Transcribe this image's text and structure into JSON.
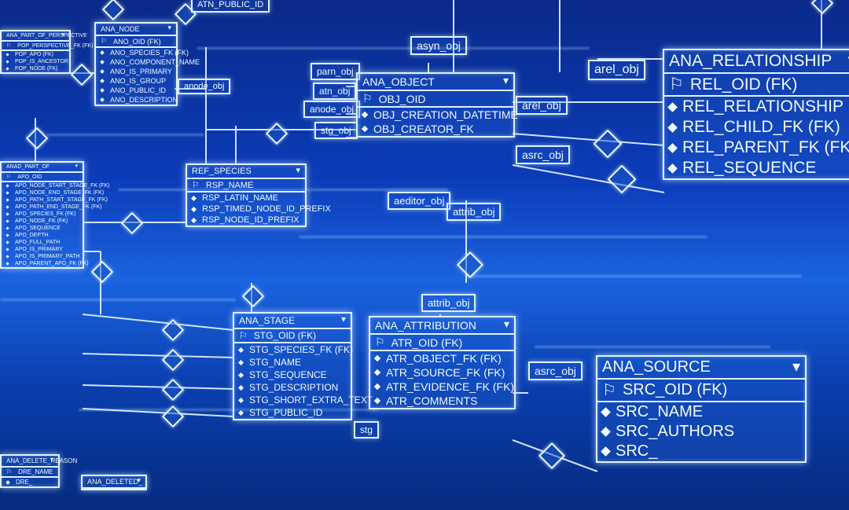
{
  "tables": {
    "perspective": {
      "title": "ANA_PART_OF_PERSPECTIVE",
      "rows": [
        "POP_PERSPECTIVE_FK (FK)",
        "POP_APO (FK)",
        "POP_IS_ANCESTOR",
        "POP_NODE (FK)"
      ]
    },
    "node": {
      "title": "ANA_NODE",
      "rows": [
        "ANO_OID (FK)",
        "ANO_SPECIES_FK (FK)",
        "ANO_COMPONENT_NAME",
        "ANO_IS_PRIMARY",
        "ANO_IS_GROUP",
        "ANO_PUBLIC_ID",
        "ANO_DESCRIPTION"
      ]
    },
    "partof": {
      "title": "ANAD_PART_OF",
      "rows": [
        "APO_OID",
        "APO_NODE_START_STAGE_FK (FK)",
        "APO_NODE_END_STAGE_FK (FK)",
        "APO_PATH_START_STAGE_FK (FK)",
        "APO_PATH_END_STAGE_FK (FK)",
        "APO_SPECIES_FK (FK)",
        "APO_NODE_FK (FK)",
        "APO_SEQUENCE",
        "APO_DEPTH",
        "APO_FULL_PATH",
        "APO_IS_PRIMARY",
        "APO_IS_PRIMARY_PATH",
        "APO_PARENT_APO_FK (FK)"
      ]
    },
    "species": {
      "title": "REF_SPECIES",
      "rows": [
        "RSP_NAME",
        "RSP_LATIN_NAME",
        "RSP_TIMED_NODE_ID_PREFIX",
        "RSP_NODE_ID_PREFIX"
      ]
    },
    "object": {
      "title": "ANA_OBJECT",
      "rows": [
        "OBJ_OID",
        "OBJ_CREATION_DATETIME",
        "OBJ_CREATOR_FK"
      ]
    },
    "relationship": {
      "title": "ANA_RELATIONSHIP",
      "rows": [
        "REL_OID (FK)",
        "REL_RELATIONSHIP",
        "REL_CHILD_FK (FK)",
        "REL_PARENT_FK (FK)",
        "REL_SEQUENCE"
      ]
    },
    "stage": {
      "title": "ANA_STAGE",
      "rows": [
        "STG_OID (FK)",
        "STG_SPECIES_FK (FK)",
        "STG_NAME",
        "STG_SEQUENCE",
        "STG_DESCRIPTION",
        "STG_SHORT_EXTRA_TEXT",
        "STG_PUBLIC_ID"
      ]
    },
    "attribution": {
      "title": "ANA_ATTRIBUTION",
      "rows": [
        "ATR_OID (FK)",
        "ATR_OBJECT_FK (FK)",
        "ATR_SOURCE_FK (FK)",
        "ATR_EVIDENCE_FK (FK)",
        "ATR_COMMENTS"
      ]
    },
    "source": {
      "title": "ANA_SOURCE",
      "rows": [
        "SRC_OID (FK)",
        "SRC_NAME",
        "SRC_AUTHORS",
        "SRC_"
      ]
    },
    "deleteReason": {
      "title": "ANA_DELETE_REASON",
      "rows": [
        "DRE_NAME",
        "DRE_"
      ]
    },
    "deleted": {
      "title": "ANA_DELETED_",
      "rows": []
    }
  },
  "labels": {
    "atnPublicId": "ATN_PUBLIC_ID",
    "asynObj": "asyn_obj",
    "anodeObj": "anode_obj",
    "parnObj": "parn_obj",
    "atnObj": "atn_obj",
    "anodeObj2": "anode_obj",
    "stgObj": "stg_obj",
    "arelObj1": "arel_obj",
    "arelObj2": "arel_obj",
    "asrcObj1": "asrc_obj",
    "aeditorObj": "aeditor_obj",
    "attribObj1": "attrib_obj",
    "attribObj2": "attrib_obj",
    "asrcObj2": "asrc_obj",
    "stg": "stg"
  }
}
